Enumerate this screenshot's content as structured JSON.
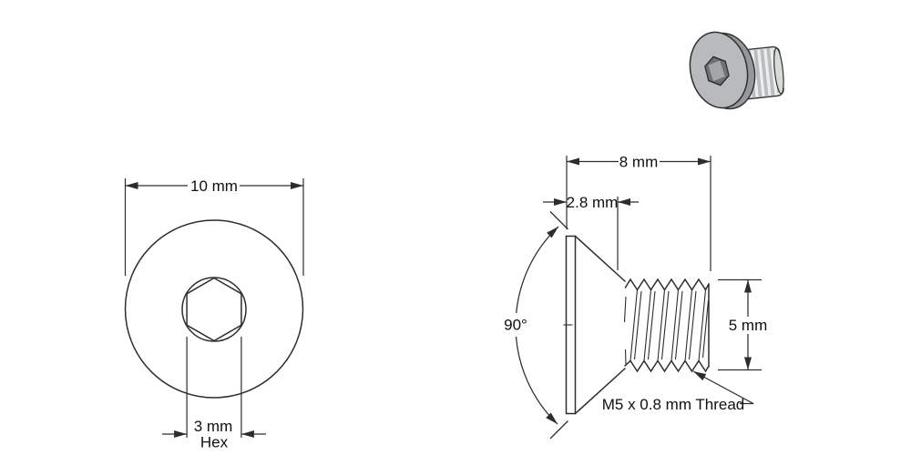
{
  "front_view": {
    "diameter_label": "10 mm",
    "hex_size_label": "3 mm",
    "hex_suffix_label": "Hex"
  },
  "side_view": {
    "length_label": "8 mm",
    "head_height_label": "2.8 mm",
    "countersink_angle_label": "90°",
    "thread_diameter_label": "5 mm",
    "thread_spec_label": "M5 x 0.8 mm Thread"
  },
  "colors": {
    "background": "#ffffff",
    "line": "#2d2d2d",
    "text": "#0f0f14",
    "screw_body": "#b7bbbd",
    "screw_edge": "#94989a",
    "screw_socket": "#6e7274",
    "thread_stripe": "#b9bdbf"
  }
}
